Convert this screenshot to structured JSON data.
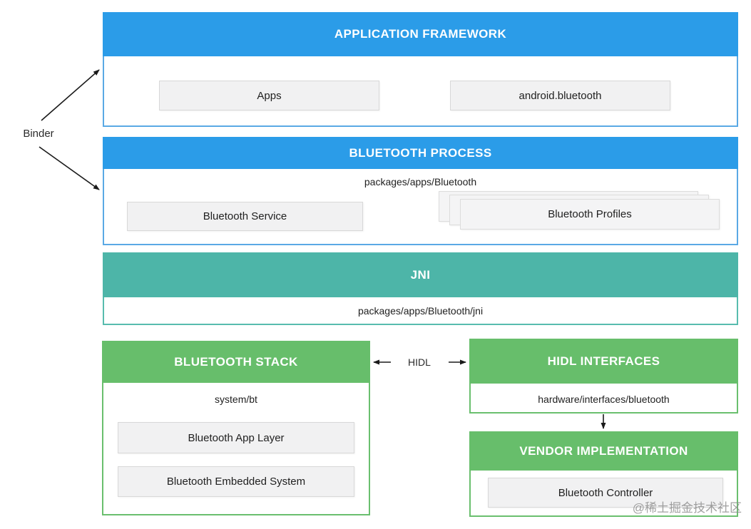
{
  "labels": {
    "binder": "Binder",
    "hidl": "HIDL"
  },
  "watermark": "@稀土掘金技术社区",
  "colors": {
    "header_blue": "#2b9ce8",
    "header_teal": "#4db5a8",
    "header_green": "#67be6b",
    "inner_box_bg": "#f1f1f2",
    "arrow": "#1a1a1a"
  },
  "application_framework": {
    "title": "APPLICATION FRAMEWORK",
    "items": [
      "Apps",
      "android.bluetooth"
    ]
  },
  "bluetooth_process": {
    "title": "BLUETOOTH PROCESS",
    "path": "packages/apps/Bluetooth",
    "service": "Bluetooth Service",
    "profiles": "Bluetooth Profiles"
  },
  "jni": {
    "title": "JNI",
    "path": "packages/apps/Bluetooth/jni"
  },
  "bluetooth_stack": {
    "title": "BLUETOOTH STACK",
    "path": "system/bt",
    "items": [
      "Bluetooth App Layer",
      "Bluetooth Embedded System"
    ]
  },
  "hidl_interfaces": {
    "title": "HIDL INTERFACES",
    "path": "hardware/interfaces/bluetooth"
  },
  "vendor_implementation": {
    "title": "VENDOR IMPLEMENTATION",
    "controller": "Bluetooth Controller"
  }
}
